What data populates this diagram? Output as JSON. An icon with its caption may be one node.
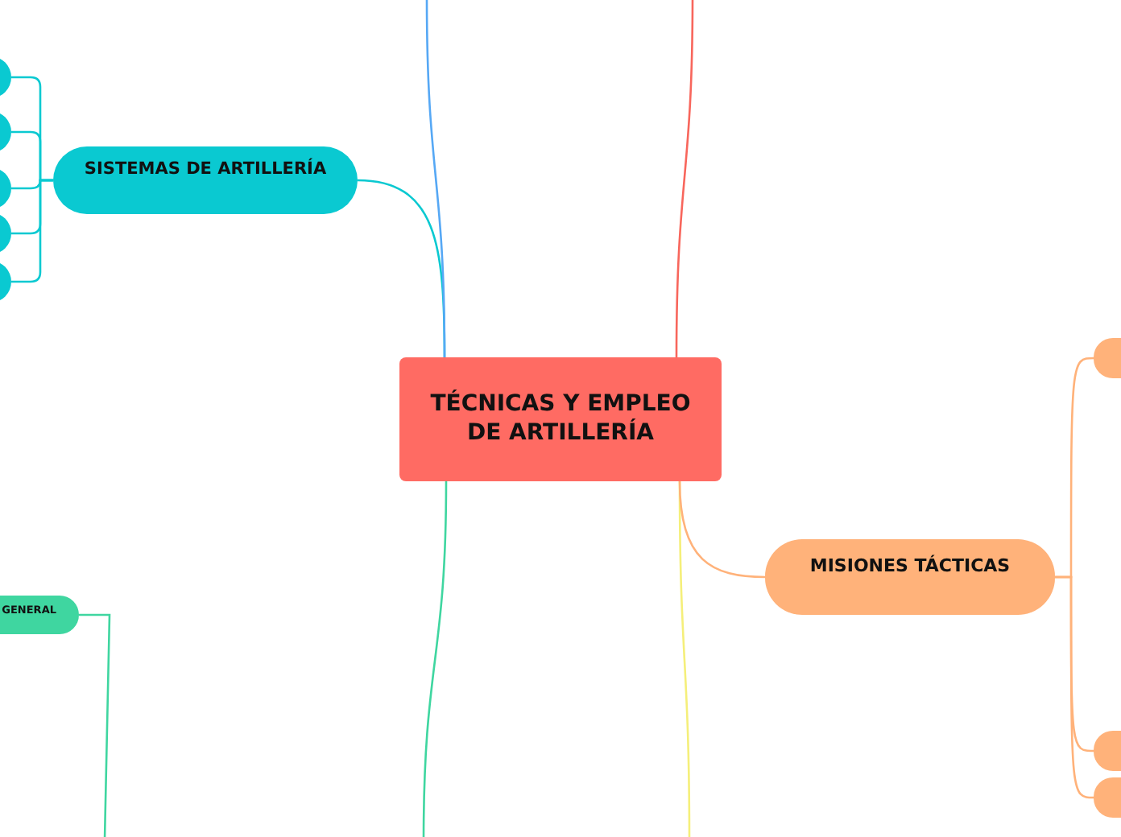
{
  "diagram": {
    "nodes": [
      {
        "text": [
          "TÉCNICAS Y EMPLEO DE ARTILLERÍA"
        ]
      },
      {
        "text": [
          "SISTEMAS DE ARTILLERÍA"
        ]
      },
      {
        "text": [],
        "shape": "circle"
      },
      {
        "text": [],
        "shape": "circle"
      },
      {
        "text": [],
        "shape": "circle"
      },
      {
        "text": [],
        "shape": "circle"
      },
      {
        "text": [],
        "shape": "circle"
      },
      {
        "text": [
          "GENERAL"
        ]
      },
      {
        "text": [
          "MISIONES TÁCTICAS"
        ]
      },
      {
        "text": [],
        "shape": "box"
      },
      {
        "text": [],
        "shape": "box"
      },
      {
        "text": [],
        "shape": "box"
      }
    ],
    "edges": [
      {
        "from": 0,
        "to": 1,
        "arrow": "none",
        "color": "#0ac9d1"
      },
      {
        "from": 1,
        "to": 2,
        "arrow": "none",
        "color": "#0ac9d1"
      },
      {
        "from": 1,
        "to": 3,
        "arrow": "none",
        "color": "#0ac9d1"
      },
      {
        "from": 1,
        "to": 4,
        "arrow": "none",
        "color": "#0ac9d1"
      },
      {
        "from": 1,
        "to": 5,
        "arrow": "none",
        "color": "#0ac9d1"
      },
      {
        "from": 1,
        "to": 6,
        "arrow": "none",
        "color": "#0ac9d1"
      },
      {
        "from": 0,
        "to": null,
        "arrow": "none",
        "color": "#56a8f5"
      },
      {
        "from": 0,
        "to": null,
        "arrow": "none",
        "color": "#f8665c"
      },
      {
        "from": 0,
        "to": null,
        "arrow": "none",
        "color": "#3fd6a0"
      },
      {
        "from": 0,
        "to": null,
        "arrow": "none",
        "color": "#f5ef7a"
      },
      {
        "from": 7,
        "to": null,
        "arrow": "none",
        "color": "#3fd6a0"
      },
      {
        "from": 0,
        "to": 8,
        "arrow": "none",
        "color": "#ffb27a"
      },
      {
        "from": 8,
        "to": 9,
        "arrow": "none",
        "color": "#ffb27a"
      },
      {
        "from": 8,
        "to": 10,
        "arrow": "none",
        "color": "#ffb27a"
      },
      {
        "from": 8,
        "to": 11,
        "arrow": "none",
        "color": "#ffb27a"
      }
    ]
  }
}
